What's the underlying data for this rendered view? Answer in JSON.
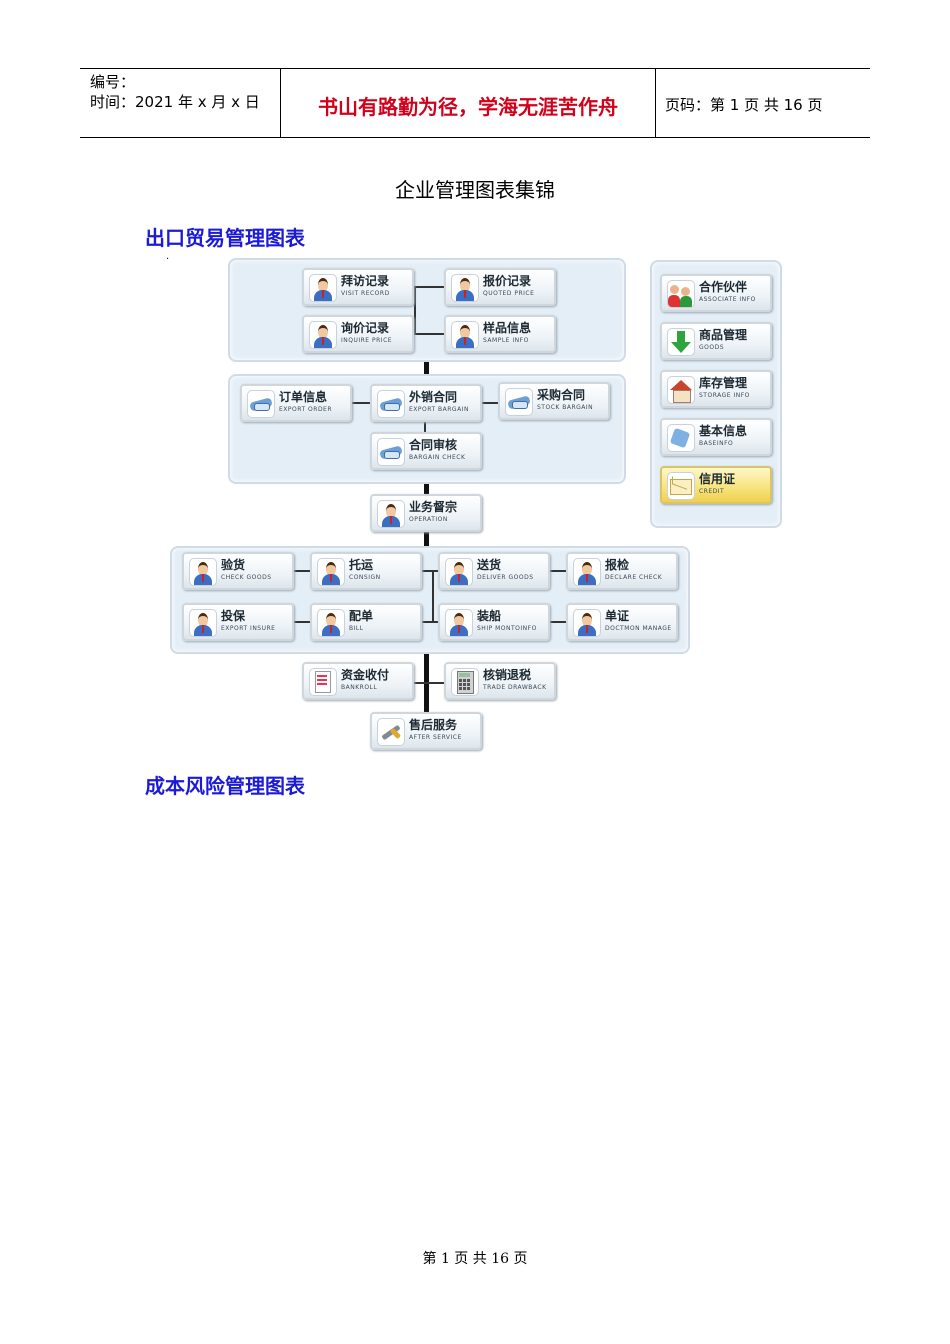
{
  "header": {
    "serial_label": "编号：",
    "time_label": "时间：2021 年 x 月 x 日",
    "motto": "书山有路勤为径，学海无涯苦作舟",
    "page_info": "页码：第 1 页  共 16 页"
  },
  "document": {
    "title": "企业管理图表集锦",
    "section1": "出口贸易管理图表",
    "stray_mark": "·",
    "section2": "成本风险管理图表"
  },
  "diagram": {
    "group1": [
      {
        "cn": "拜访记录",
        "en": "VISIT RECORD"
      },
      {
        "cn": "报价记录",
        "en": "QUOTED PRICE"
      },
      {
        "cn": "询价记录",
        "en": "INQUIRE PRICE"
      },
      {
        "cn": "样品信息",
        "en": "SAMPLE INFO"
      }
    ],
    "group2": [
      {
        "cn": "订单信息",
        "en": "EXPORT ORDER"
      },
      {
        "cn": "外销合同",
        "en": "EXPORT BARGAIN"
      },
      {
        "cn": "采购合同",
        "en": "STOCK BARGAIN"
      },
      {
        "cn": "合同审核",
        "en": "BARGAIN CHECK"
      }
    ],
    "operation": {
      "cn": "业务督宗",
      "en": "OPERATION"
    },
    "group3": [
      {
        "cn": "验货",
        "en": "CHECK GOODS"
      },
      {
        "cn": "托运",
        "en": "CONSIGN"
      },
      {
        "cn": "送货",
        "en": "DELIVER GOODS"
      },
      {
        "cn": "报检",
        "en": "DECLARE CHECK"
      },
      {
        "cn": "投保",
        "en": "EXPORT INSURE"
      },
      {
        "cn": "配单",
        "en": "BILL"
      },
      {
        "cn": "装船",
        "en": "SHIP MONTOINFO"
      },
      {
        "cn": "单证",
        "en": "DOCTMON MANAGE"
      }
    ],
    "group4": [
      {
        "cn": "资金收付",
        "en": "BANKROLL"
      },
      {
        "cn": "核销退税",
        "en": "TRADE DRAWBACK"
      }
    ],
    "after": {
      "cn": "售后服务",
      "en": "AFTER SERVICE"
    },
    "side": [
      {
        "cn": "合作伙伴",
        "en": "ASSOCIATE INFO"
      },
      {
        "cn": "商品管理",
        "en": "GOODS"
      },
      {
        "cn": "库存管理",
        "en": "STORAGE INFO"
      },
      {
        "cn": "基本信息",
        "en": "BASEINFO"
      },
      {
        "cn": "信用证",
        "en": "CREDIT"
      }
    ]
  },
  "footer": {
    "text": "第  1  页  共  16  页"
  }
}
